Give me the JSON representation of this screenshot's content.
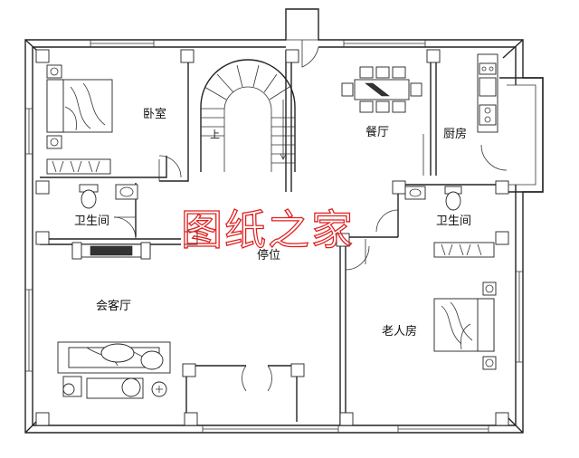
{
  "rooms": {
    "bedroom": "卧室",
    "dining": "餐厅",
    "kitchen": "厨房",
    "bathroom_left": "卫生间",
    "bathroom_right": "卫生间",
    "living": "会客厅",
    "elder_room": "老人房",
    "parking": "停位",
    "stair_up": "上"
  },
  "watermark": "图纸之家",
  "colors": {
    "wall": "#222222",
    "watermark": "#e02020"
  }
}
